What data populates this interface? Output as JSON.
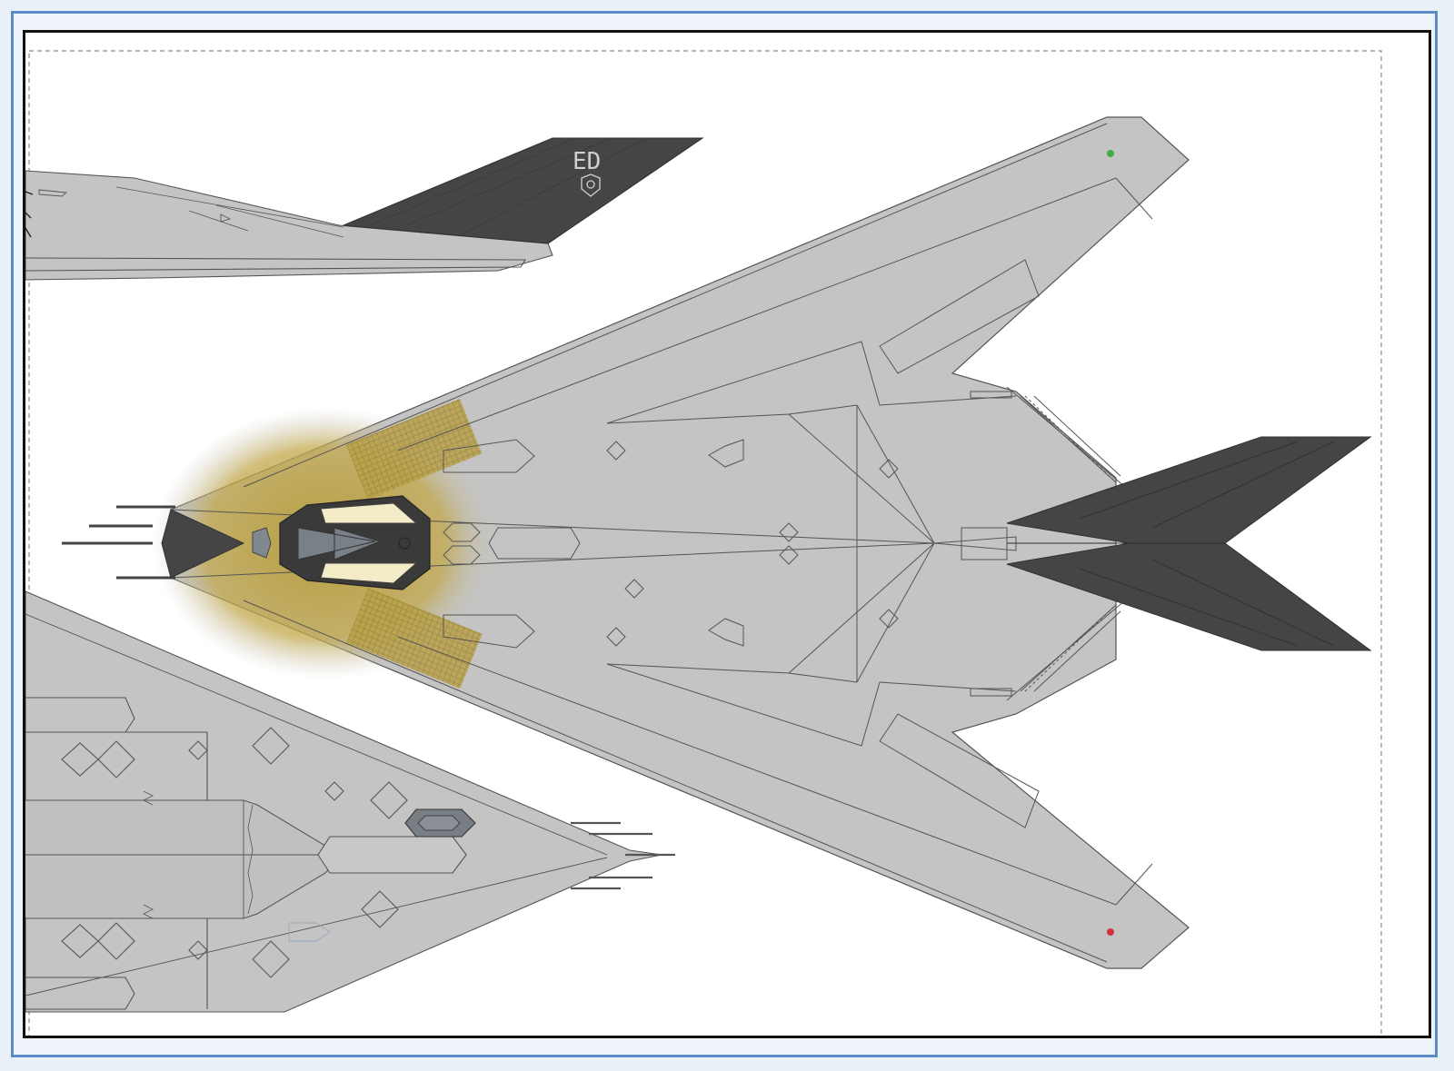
{
  "drawing": {
    "tail_code": "ED",
    "colors": {
      "frame_blue": "#5b8cc8",
      "airframe_grey": "#c4c4c4",
      "panel_line": "#555555",
      "dark_grey": "#454545",
      "cockpit_tint": "#b59a3a",
      "canopy_glass": "#f3ecc6",
      "nav_light_green": "#3fae3f",
      "nav_light_red": "#d43040"
    },
    "views": [
      "side-view",
      "top-view",
      "bottom-view"
    ]
  }
}
